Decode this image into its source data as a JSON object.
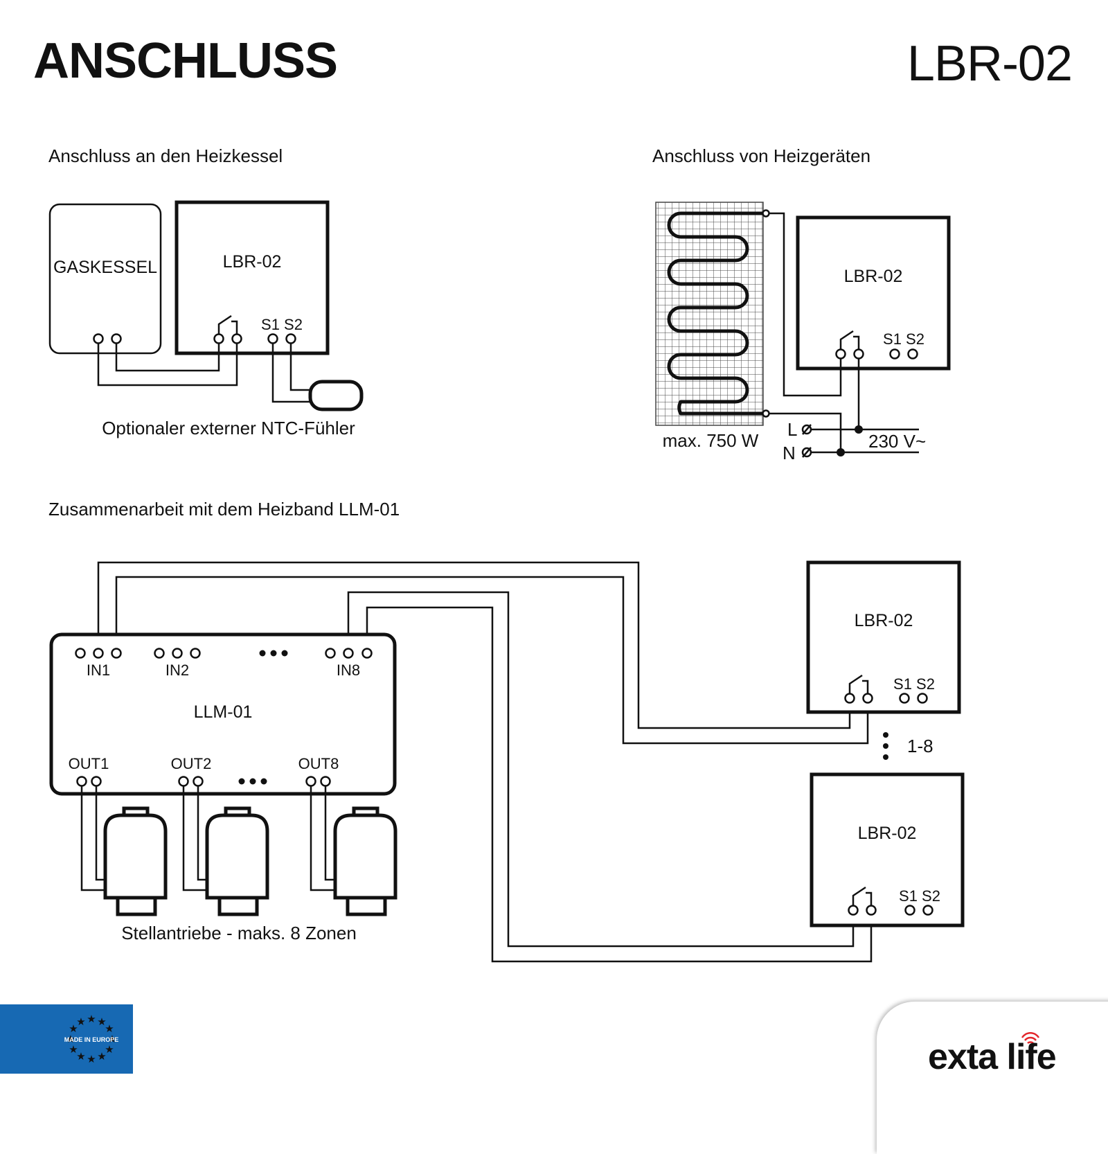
{
  "header": {
    "title": "ANSCHLUSS",
    "model": "LBR-02"
  },
  "section1": {
    "title": "Anschluss an den Heizkessel",
    "boiler_label": "GASKESSEL",
    "controller_label": "LBR-02",
    "terminals_label": "S1 S2",
    "caption": "Optionaler externer NTC-Fühler"
  },
  "section2": {
    "title": "Anschluss von Heizgeräten",
    "controller_label": "LBR-02",
    "terminals_label": "S1 S2",
    "heater_caption": "max. 750 W",
    "phase_label": "L",
    "neutral_label": "N",
    "voltage_label": "230 V~"
  },
  "section3": {
    "title": "Zusammenarbeit mit dem Heizband LLM-01",
    "module_label": "LLM-01",
    "inputs": [
      "IN1",
      "IN2",
      "IN8"
    ],
    "outputs": [
      "OUT1",
      "OUT2",
      "OUT8"
    ],
    "controller_top_label": "LBR-02",
    "controller_bottom_label": "LBR-02",
    "terminals_label": "S1 S2",
    "range_label": "1-8",
    "actuators_caption": "Stellantriebe - maks. 8 Zonen"
  },
  "footer": {
    "badge_text": "MADE IN EUROPE",
    "brand": "exta life",
    "colors": {
      "badge_blue": "#1769b3",
      "badge_star": "#ffd200",
      "brand_accent": "#e3262b"
    }
  }
}
